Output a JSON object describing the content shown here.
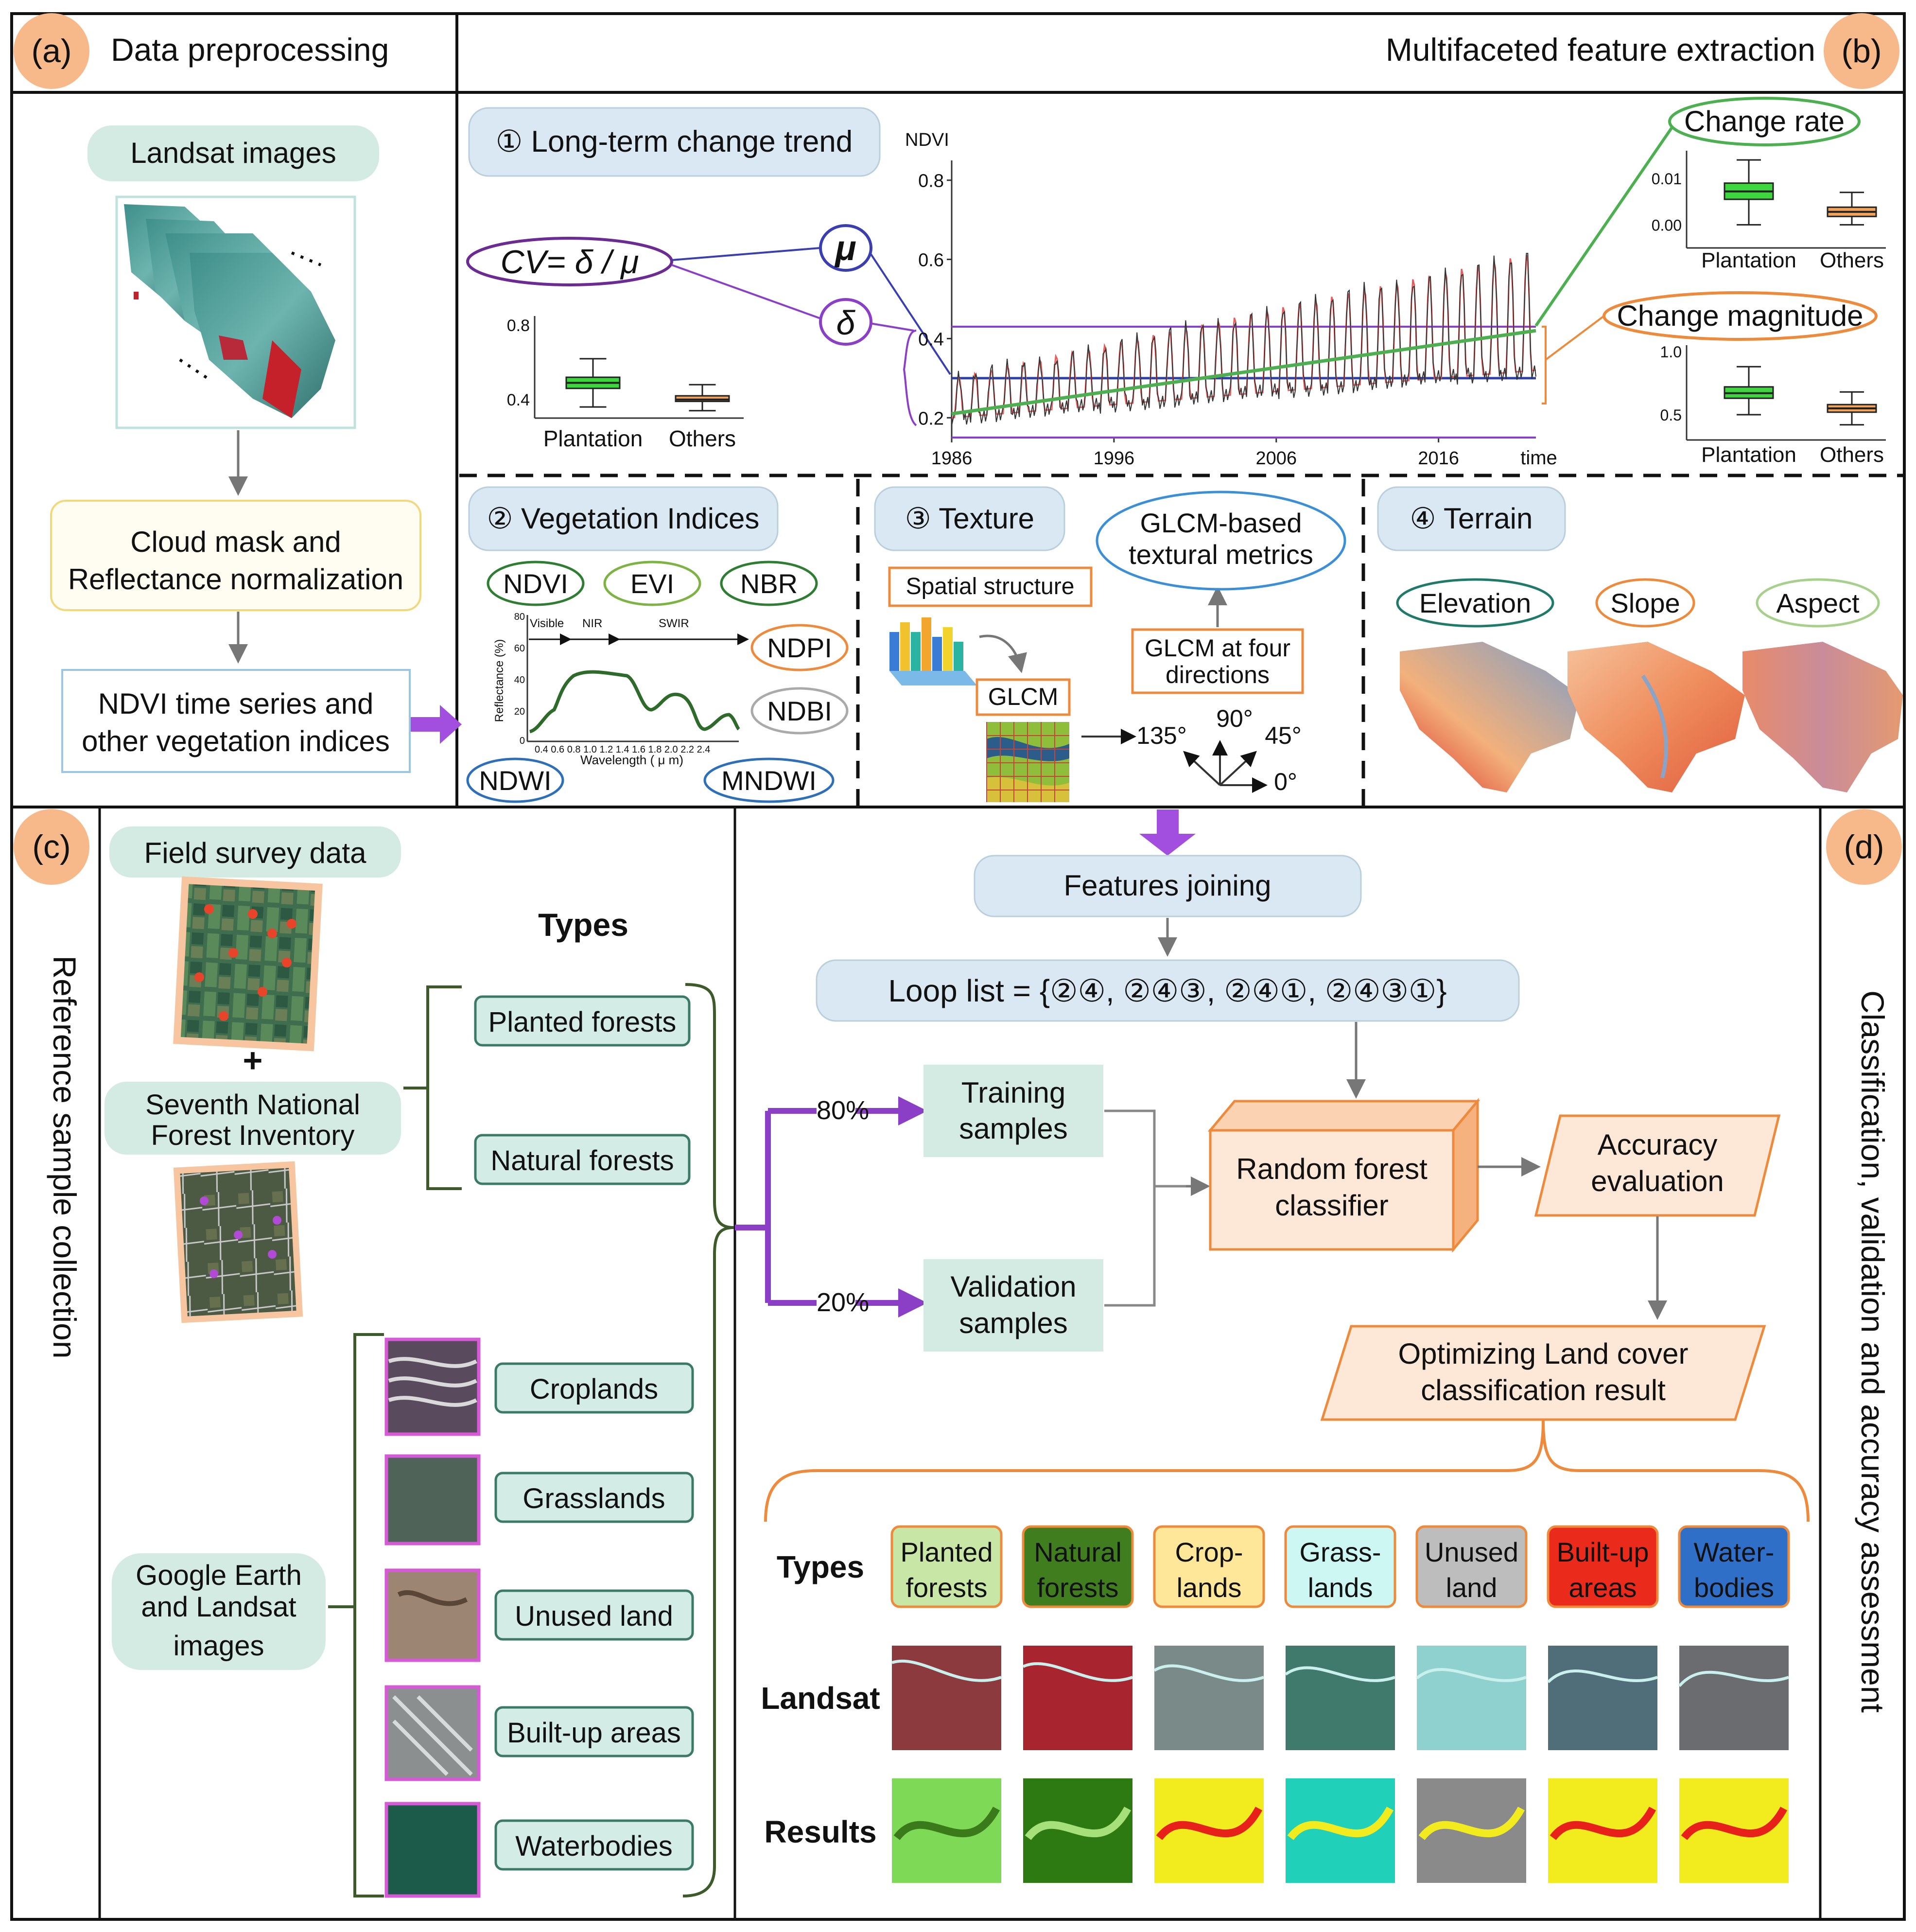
{
  "panel_letters": {
    "a": "(a)",
    "b": "(b)",
    "c": "(c)",
    "d": "(d)"
  },
  "panel_a": {
    "title": "Data preprocessing",
    "landsat_label": "Landsat images",
    "step1_line1": "Cloud mask and",
    "step1_line2": "Reflectance normalization",
    "step2_line1": "NDVI time series and",
    "step2_line2": "other vegetation indices"
  },
  "panel_b": {
    "title": "Multifaceted feature extraction",
    "sec1_title": "① Long-term change trend",
    "cv_formula": "CV= δ / μ",
    "mu_label": "μ",
    "delta_label": "δ",
    "ndvi_axis_label": "NDVI",
    "time_axis_label": "time",
    "change_rate_label": "Change rate",
    "change_magnitude_label": "Change magnitude",
    "sec2_title": "② Vegetation Indices",
    "indices": [
      "NDVI",
      "EVI",
      "NBR",
      "NDPI",
      "NDBI",
      "NDWI",
      "MNDWI"
    ],
    "spectrum_regions": [
      "Visible",
      "NIR",
      "SWIR"
    ],
    "spectrum_ylabel": "Reflectance (%)",
    "spectrum_xlabel": "Wavelength ( μ m)",
    "sec3_title": "③ Texture",
    "spatial_structure": "Spatial structure",
    "glcm": "GLCM",
    "glcm_four_line1": "GLCM at four",
    "glcm_four_line2": "directions",
    "glcm_metrics_line1": "GLCM-based",
    "glcm_metrics_line2": "textural metrics",
    "angles": [
      "135°",
      "90°",
      "45°",
      "0°"
    ],
    "sec4_title": "④ Terrain",
    "terrain_labels": [
      "Elevation",
      "Slope",
      "Aspect"
    ]
  },
  "chart_data": [
    {
      "type": "line",
      "title": "",
      "ylabel": "NDVI",
      "xlabel": "time",
      "x_ticks": [
        1986,
        1996,
        2006,
        2016
      ],
      "y_ticks": [
        0.2,
        0.4,
        0.6,
        0.8
      ],
      "xlim": [
        1986,
        2022
      ],
      "ylim": [
        0.15,
        0.85
      ],
      "trend_start": 0.21,
      "trend_end": 0.42,
      "mean_line": 0.3,
      "upper_line": 0.43,
      "lower_line": 0.15
    },
    {
      "type": "box",
      "categories": [
        "Plantation",
        "Others"
      ],
      "y_ticks": [
        0.4,
        0.8
      ],
      "ylim": [
        0.3,
        0.85
      ],
      "boxes": [
        {
          "min": 0.36,
          "q1": 0.46,
          "median": 0.49,
          "q3": 0.52,
          "max": 0.62,
          "color": "#3ed63e"
        },
        {
          "min": 0.34,
          "q1": 0.39,
          "median": 0.4,
          "q3": 0.42,
          "max": 0.48,
          "color": "#f2a25a"
        }
      ]
    },
    {
      "type": "box",
      "title": "Change rate",
      "categories": [
        "Plantation",
        "Others"
      ],
      "y_ticks": [
        0.0,
        0.01
      ],
      "y_tick_labels": [
        "0.00",
        "0.01"
      ],
      "ylim": [
        -0.005,
        0.016
      ],
      "boxes": [
        {
          "min": 0.0,
          "q1": 0.0055,
          "median": 0.0072,
          "q3": 0.009,
          "max": 0.014,
          "color": "#3ed63e"
        },
        {
          "min": 0.0,
          "q1": 0.0018,
          "median": 0.0028,
          "q3": 0.0038,
          "max": 0.007,
          "color": "#f2a25a"
        }
      ]
    },
    {
      "type": "box",
      "title": "Change magnitude",
      "categories": [
        "Plantation",
        "Others"
      ],
      "y_ticks": [
        0.5,
        1.0
      ],
      "y_tick_labels": [
        "0.5",
        "1.0"
      ],
      "ylim": [
        0.3,
        1.05
      ],
      "boxes": [
        {
          "min": 0.5,
          "q1": 0.63,
          "median": 0.67,
          "q3": 0.72,
          "max": 0.88,
          "color": "#3ed63e"
        },
        {
          "min": 0.42,
          "q1": 0.52,
          "median": 0.55,
          "q3": 0.58,
          "max": 0.68,
          "color": "#f2a25a"
        }
      ]
    }
  ],
  "panel_c": {
    "title": "Reference sample collection",
    "field_survey": "Field survey data",
    "plus": "+",
    "inventory_line1": "Seventh National",
    "inventory_line2": "Forest Inventory",
    "types_heading": "Types",
    "forest_types": [
      "Planted forests",
      "Natural forests"
    ],
    "google_line1": "Google Earth",
    "google_line2": "and Landsat",
    "google_line3": "images",
    "other_types": [
      "Croplands",
      "Grasslands",
      "Unused land",
      "Built-up areas",
      "Waterbodies"
    ]
  },
  "panel_d": {
    "title": "Classification, validation and accuracy assessment",
    "features_joining": "Features joining",
    "loop_list": "Loop list = {②④, ②④③, ②④①, ②④③①}",
    "pct_train": "80%",
    "pct_val": "20%",
    "training_line1": "Training",
    "training_line2": "samples",
    "validation_line1": "Validation",
    "validation_line2": "samples",
    "rf_line1": "Random forest",
    "rf_line2": "classifier",
    "acc_line1": "Accuracy",
    "acc_line2": "evaluation",
    "opt_line1": "Optimizing Land cover",
    "opt_line2": "classification result",
    "row_types": "Types",
    "row_landsat": "Landsat",
    "row_results": "Results",
    "legend": [
      {
        "line1": "Planted",
        "line2": "forests",
        "fill": "#c8e6a6",
        "text": "#2b3d14"
      },
      {
        "line1": "Natural",
        "line2": "forests",
        "fill": "#3f7d1e",
        "text": "#e9f2df"
      },
      {
        "line1": "Crop-",
        "line2": "lands",
        "fill": "#ffe79a",
        "text": "#3a2e0a"
      },
      {
        "line1": "Grass-",
        "line2": "lands",
        "fill": "#ccf7f3",
        "text": "#1f3c3a"
      },
      {
        "line1": "Unused",
        "line2": "land",
        "fill": "#bdbdbd",
        "text": "#2a2a2a"
      },
      {
        "line1": "Built-up",
        "line2": "areas",
        "fill": "#ea2a1a",
        "text": "#3a0804"
      },
      {
        "line1": "Water-",
        "line2": "bodies",
        "fill": "#2f6fc7",
        "text": "#0a1d3a"
      }
    ]
  },
  "colors": {
    "accent_purple": "#8b3fc7",
    "accent_orange": "#ee8a3c",
    "teal_text": "#1f8479",
    "panel_circle": "#f7b98a"
  }
}
